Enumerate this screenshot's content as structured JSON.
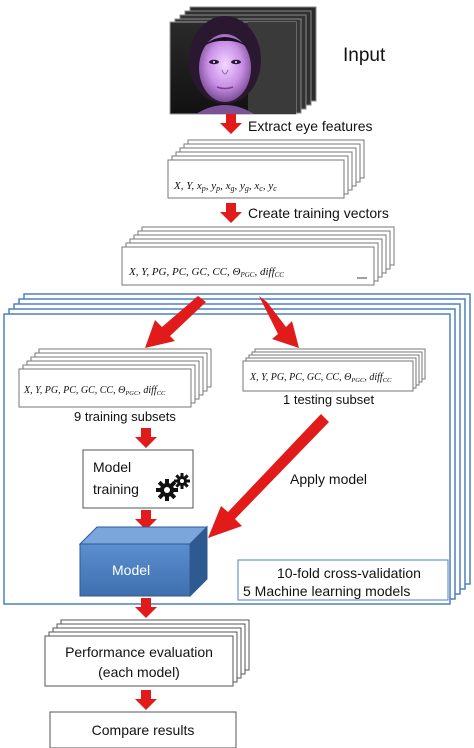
{
  "input_label": "Input",
  "steps": {
    "extract": "Extract eye features",
    "create": "Create training vectors",
    "training_subsets": "9 training subsets",
    "testing_subset": "1 testing subset",
    "apply_model": "Apply model",
    "model_training_line1": "Model",
    "model_training_line2": "training",
    "model": "Model",
    "perf_line1": "Performance evaluation",
    "perf_line2": "(each model)",
    "compare": "Compare results"
  },
  "cv": {
    "line1": "10-fold cross-validation",
    "line2": "5 Machine learning models"
  },
  "features": {
    "eye_features": "X, Y, x_p, y_p, x_g, y_g, x_c, y_c",
    "training_vector": "X, Y, PG, PC, GC, CC, Θ_PGC, diff_CC"
  },
  "icons": [
    "face-photo-stack",
    "gear-icon",
    "model-cube"
  ],
  "colors": {
    "arrow": "#e11a1a",
    "frame_border": "#4f81bd",
    "model_fill": "#4f81bd"
  }
}
